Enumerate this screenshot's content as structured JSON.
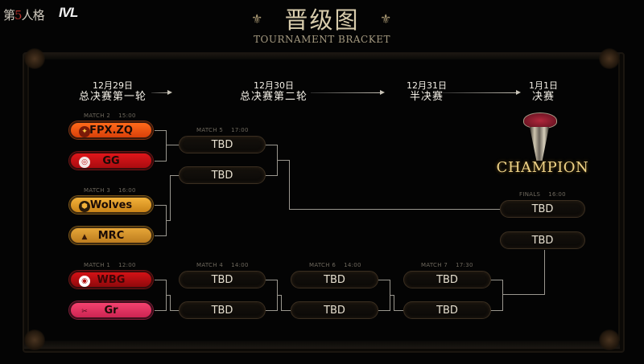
{
  "header": {
    "game_logo": {
      "pre": "第",
      "mid": "5",
      "post": "人格"
    },
    "league_logo": "IVL",
    "title_cn": "晋级图",
    "title_en": "TOURNAMENT BRACKET",
    "ornament": "⚜"
  },
  "rounds": [
    {
      "date": "12月29日",
      "name": "总决赛第一轮"
    },
    {
      "date": "12月30日",
      "name": "总决赛第二轮"
    },
    {
      "date": "12月31日",
      "name": "半决赛"
    },
    {
      "date": "1月1日",
      "name": "决赛"
    }
  ],
  "matches": {
    "match2": {
      "label": "MATCH 2",
      "time": "15:00",
      "team1": "FPX.ZQ",
      "team2": "GG"
    },
    "match3": {
      "label": "MATCH 3",
      "time": "16:00",
      "team1": "Wolves",
      "team2": "MRC"
    },
    "match1": {
      "label": "MATCH 1",
      "time": "12:00",
      "team1": "WBG",
      "team2": "Gr"
    },
    "match5": {
      "label": "MATCH 5",
      "time": "17:00",
      "team1": "TBD",
      "team2": "TBD"
    },
    "match4": {
      "label": "MATCH 4",
      "time": "14:00",
      "team1": "TBD",
      "team2": "TBD"
    },
    "match6": {
      "label": "MATCH 6",
      "time": "14:00",
      "team1": "TBD",
      "team2": "TBD"
    },
    "match7": {
      "label": "MATCH 7",
      "time": "17:30",
      "team1": "TBD",
      "team2": "TBD"
    },
    "finals": {
      "label": "FINALS",
      "time": "16:00",
      "team1": "TBD",
      "team2": "TBD"
    }
  },
  "team_icons": {
    "FPX.ZQ": "fpx-logo",
    "GG": "gg-logo",
    "Wolves": "wolves-logo",
    "MRC": "mrc-logo",
    "WBG": "wbg-logo",
    "Gr": "gr-logo"
  },
  "icon_glyphs": {
    "fpx": "✦",
    "gg": "◎",
    "wolves": "⬢",
    "mrc": "▲",
    "wbg": "◉",
    "gr": "✂"
  },
  "champion": {
    "label": "CHAMPION",
    "icon": "trophy-icon"
  },
  "colors": {
    "fpx": "#e8541a",
    "gg": "#c41014",
    "wolves": "#e3a02c",
    "mrc": "#d6962e",
    "wbg": "#b80e12",
    "gr": "#e23560",
    "gold": "#f0d488",
    "line": "#9a978f"
  }
}
